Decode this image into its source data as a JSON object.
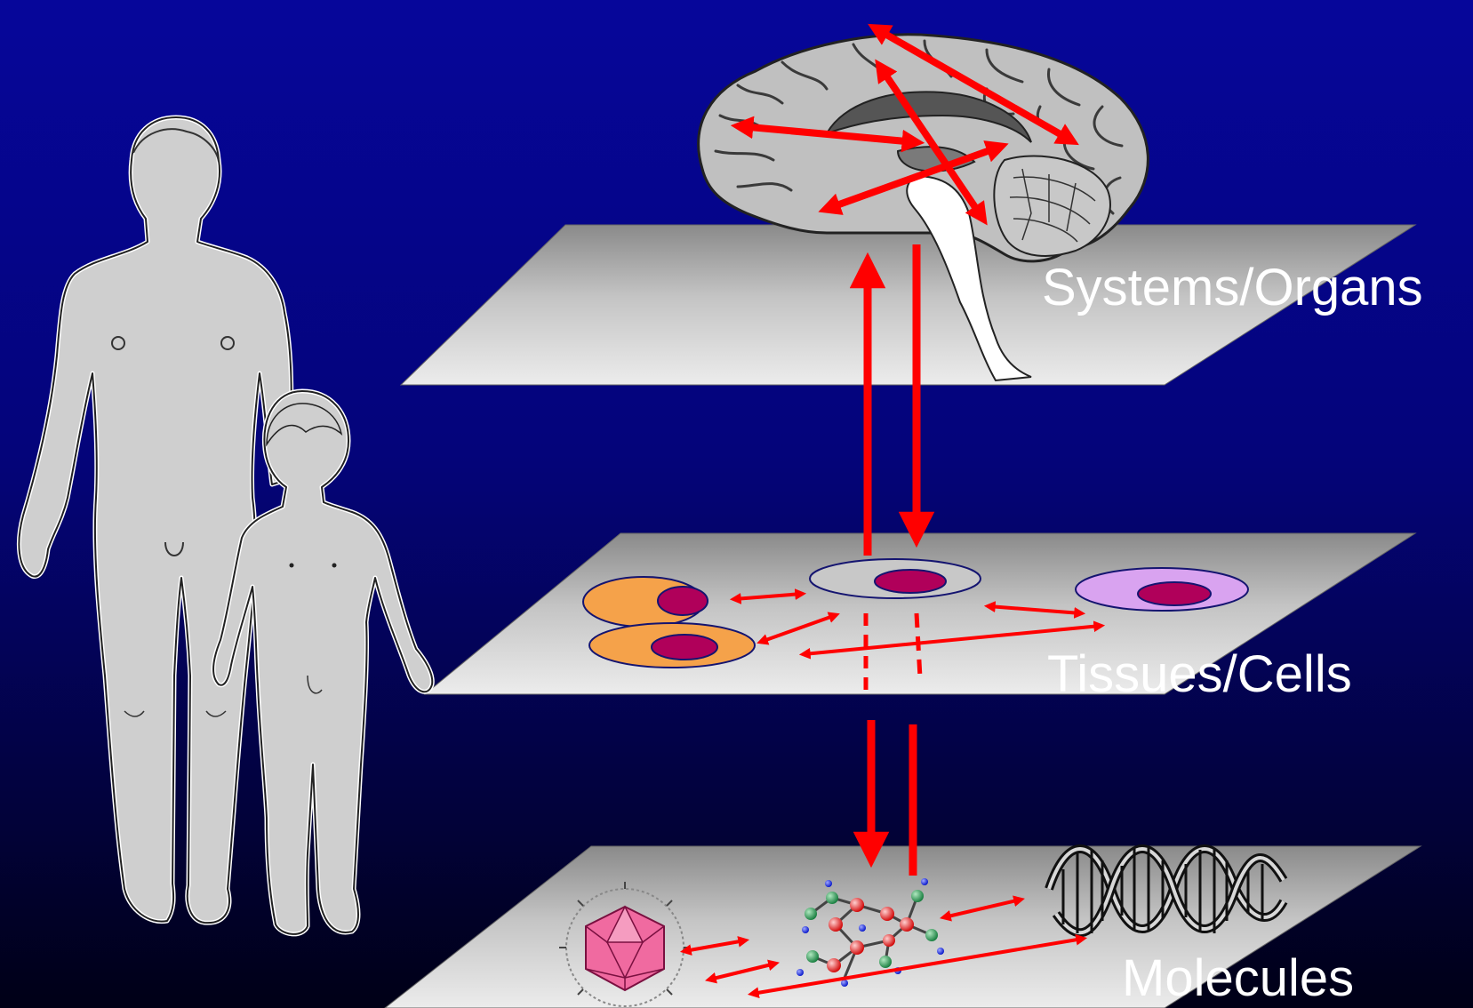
{
  "levels": {
    "systems": "Systems/Organs",
    "tissues": "Tissues/Cells",
    "molecules": "Molecules"
  },
  "colors": {
    "background_top": "#06069a",
    "background_bottom": "#000016",
    "plane": "#c8c8c8",
    "arrow": "#ff0000",
    "figure": "#cfcfcf",
    "nucleus": "#b0005a",
    "cell_orange": "#f5a24a",
    "cell_violet": "#d9a3f0"
  },
  "icons": [
    "adult-figure-icon",
    "child-figure-icon",
    "brain-icon",
    "virus-icon",
    "molecule-icon",
    "dna-helix-icon"
  ]
}
